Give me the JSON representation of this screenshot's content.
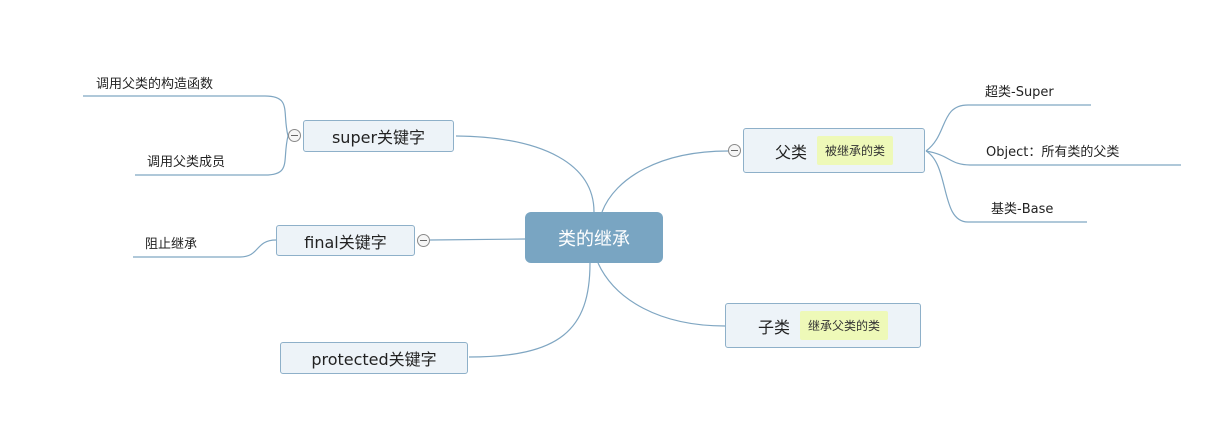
{
  "mindmap": {
    "central": "类的继承",
    "super_topic": "super关键字",
    "super_children": [
      "调用父类的构造函数",
      "调用父类成员"
    ],
    "final_topic": "final关键字",
    "final_children": [
      "阻止继承"
    ],
    "protected_topic": "protected关键字",
    "parent_topic": "父类",
    "parent_note": "被继承的类",
    "parent_children": [
      "超类-Super",
      "Object：所有类的父类",
      "基类-Base"
    ],
    "child_topic": "子类",
    "child_note": "继承父类的类"
  },
  "colors": {
    "line": "#7fa6c2",
    "central_fill": "#79a5c2",
    "topic_fill": "#edf3f8",
    "note_fill": "#eef9b8"
  }
}
